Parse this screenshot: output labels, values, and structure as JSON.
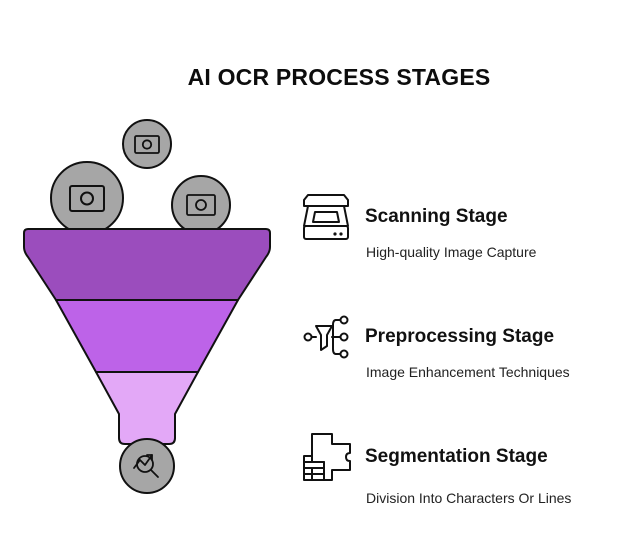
{
  "title": "AI OCR PROCESS STAGES",
  "colors": {
    "funnel_top": "#9b4dbd",
    "funnel_middle": "#bd63e8",
    "funnel_bottom": "#e3a8f7",
    "circles": "#a6a6a6",
    "outline": "#111111"
  },
  "funnel_icons": {
    "top_small": "camera-icon",
    "top_left": "camera-icon",
    "top_right": "camera-icon",
    "bottom": "chart-magnifier-icon"
  },
  "stages": [
    {
      "title": "Scanning Stage",
      "description": "High-quality Image Capture",
      "icon": "scanner-icon"
    },
    {
      "title": "Preprocessing Stage",
      "description": "Image Enhancement Techniques",
      "icon": "filter-flow-icon"
    },
    {
      "title": "Segmentation Stage",
      "description": "Division Into Characters Or Lines",
      "icon": "segmentation-icon"
    }
  ]
}
